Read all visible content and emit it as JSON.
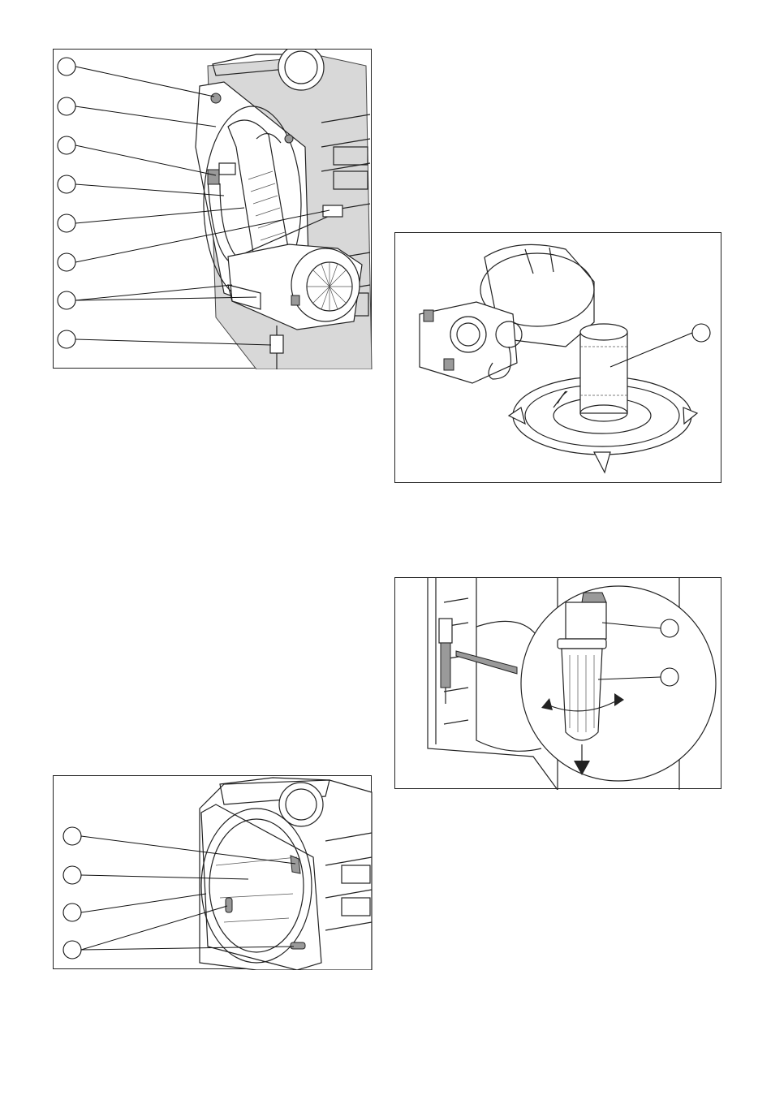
{
  "figures": [
    {
      "id": "fig1",
      "description_name": "burner-assembly",
      "callouts": 8
    },
    {
      "id": "fig2",
      "description_name": "burner-removed",
      "callouts": 1
    },
    {
      "id": "fig3",
      "description_name": "electrode-removal",
      "callouts": 2
    },
    {
      "id": "fig4",
      "description_name": "heat-exchanger",
      "callouts": 4
    }
  ],
  "colors": {
    "line": "#222222",
    "fill_light": "#d8d8d8",
    "fill_dark": "#9a9a9a"
  }
}
